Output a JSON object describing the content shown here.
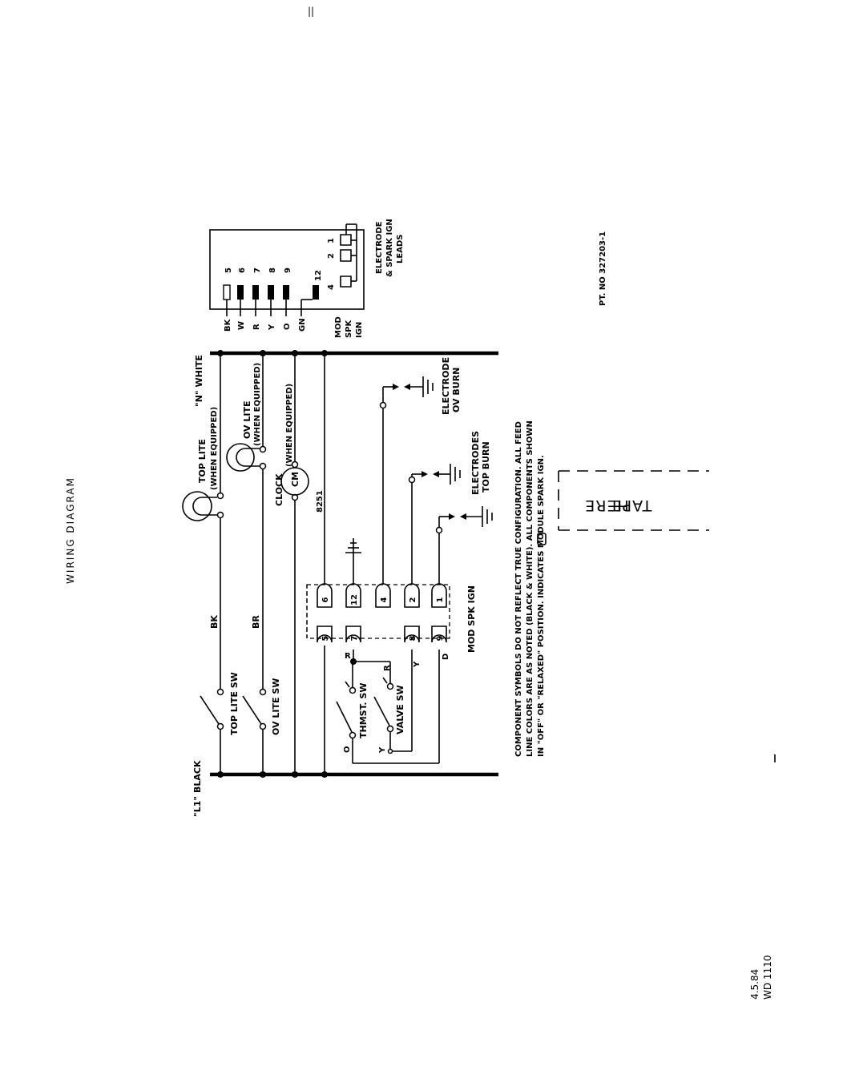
{
  "title": "WIRING DIAGRAM",
  "mark": "||",
  "bus": {
    "line": "\"L1\" BLACK",
    "neutral": "\"N\" WHITE"
  },
  "components": {
    "top_lite": "TOP LITE",
    "top_lite_note": "(WHEN EQUIPPED)",
    "ov_lite": "OV LITE",
    "ov_lite_note": "(WHEN EQUIPPED)",
    "clock": "CLOCK",
    "clock_note": "(WHEN EQUIPPED)",
    "clock_motor": "CM",
    "clock_number": "8251",
    "top_lite_sw": "TOP LITE SW",
    "ov_lite_sw": "OV LITE SW",
    "thmst_sw": "THMST. SW",
    "valve_sw": "VALVE SW",
    "mod_spk_ign": "MOD SPK IGN",
    "electrode_ov_burn": "ELECTRODE",
    "electrode_ov_burn_2": "OV BURN",
    "electrodes_top_burn": "ELECTRODES",
    "electrodes_top_burn_2": "TOP BURN"
  },
  "wire_labels": {
    "bk": "BK",
    "br": "BR",
    "r1": "R",
    "r2": "R",
    "o": "O",
    "y1": "Y",
    "y2": "Y",
    "d": "D"
  },
  "module_terminals": [
    "6",
    "12",
    "4",
    "2",
    "1",
    "5",
    "7",
    "8",
    "9"
  ],
  "module_block": {
    "pins": [
      "5",
      "6",
      "7",
      "8",
      "9",
      "12"
    ],
    "wire_colors": [
      "BK",
      "W",
      "R",
      "Y",
      "O",
      "GN"
    ],
    "lead_pins": [
      "4",
      "2",
      "1"
    ],
    "label_lines": [
      "MOD",
      "SPK",
      "IGN"
    ],
    "electrode_lines": [
      "ELECTRODE",
      "& SPARK IGN",
      "LEADS"
    ]
  },
  "notes": [
    "COMPONENT SYMBOLS DO NOT REFLECT TRUE CONFIGURATION.  ALL FEED",
    "LINE COLORS ARE AS NOTED (BLACK & WHITE).  ALL COMPONENTS SHOWN",
    "IN \"OFF\" OR \"RELAXED\" POSITION.     INDICATES MODULE SPARK IGN."
  ],
  "part_no": "PT. NO 327203-1",
  "tape": [
    "TAPE",
    "HERE"
  ],
  "footer": [
    "4.5.84",
    "WD 1110"
  ]
}
